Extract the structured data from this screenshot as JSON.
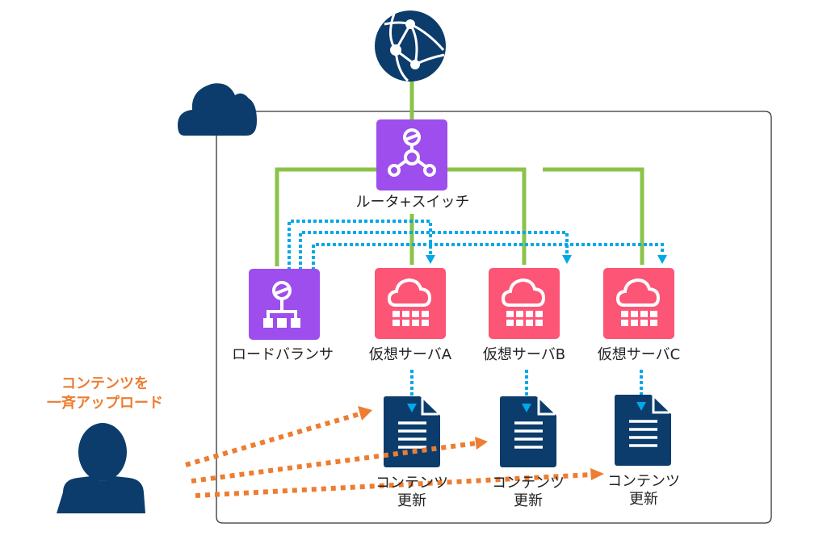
{
  "diagram": {
    "title": "",
    "colors": {
      "navy": "#0b3c6b",
      "purple": "#9d4eed",
      "pink": "#fc5576",
      "green": "#8bc34a",
      "blue_dotted": "#00a8e8",
      "orange": "#ed7d31",
      "border": "#333333"
    },
    "nodes": {
      "internet": {
        "icon": "globe-network-icon"
      },
      "cloud": {
        "icon": "cloud-icon"
      },
      "router": {
        "label": "ルータ+スイッチ",
        "icon": "router-hub-icon"
      },
      "load_balancer": {
        "label": "ロードバランサ",
        "icon": "load-balancer-icon"
      },
      "servers": [
        {
          "label": "仮想サーバA",
          "icon": "cloud-server-icon"
        },
        {
          "label": "仮想サーバB",
          "icon": "cloud-server-icon"
        },
        {
          "label": "仮想サーバC",
          "icon": "cloud-server-icon"
        }
      ],
      "contents": [
        {
          "line1": "コンテンツ",
          "line2": "更新",
          "icon": "document-icon"
        },
        {
          "line1": "コンテンツ",
          "line2": "更新",
          "icon": "document-icon"
        },
        {
          "line1": "コンテンツ",
          "line2": "更新",
          "icon": "document-icon"
        }
      ],
      "user": {
        "icon": "user-icon",
        "label_line1": "コンテンツを",
        "label_line2": "一斉アップロード"
      }
    }
  }
}
